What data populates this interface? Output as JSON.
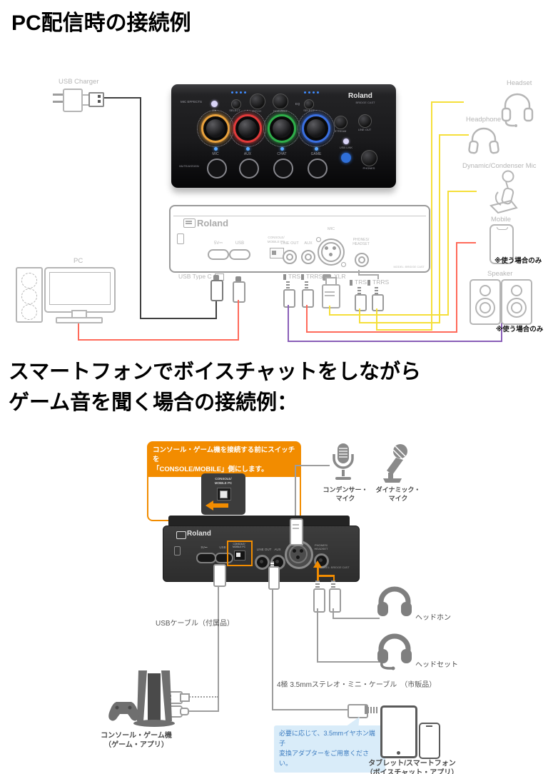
{
  "colors": {
    "orange": "#F28C00",
    "yellow": "#F5DF3A",
    "red": "#FF6A5A",
    "purple": "#8A5FB8",
    "noteBg": "#D9ECF9",
    "noteText": "#3A7ABF",
    "labelGray": "#B5B5B5",
    "labelDark": "#4A4A4A"
  },
  "section1": {
    "title": "PC配信時の接続例",
    "labels": {
      "usb_charger": "USB Charger",
      "pc": "PC",
      "headset": "Headset",
      "headphone": "Headphone",
      "mic": "Dynamic/Condenser Mic",
      "mobile": "Mobile",
      "speaker": "Speaker",
      "only_when_used": "※使う場合のみ",
      "usb_type_c": "USB Type C",
      "trs": "TRS",
      "trrs": "TRRS",
      "xlr": "XLR"
    },
    "mixer": {
      "brand": "Roland",
      "model": "BRIDGE CAST",
      "mic_effects": "MIC EFFECTS",
      "on": "ON",
      "select": "SELECT",
      "pitch": "PITCH",
      "formant": "FORMANT",
      "eq": "EQ",
      "ch": [
        "MIC",
        "AUX",
        "CHAT",
        "GAME"
      ],
      "mute_assign": "MUTE/ASSIGN",
      "stream": "STREAM",
      "line_out": "LINE OUT",
      "usb_link": "USB LINK",
      "phones": "PHONES"
    },
    "panel": {
      "brand": "Roland",
      "power": "5V⎓",
      "usb": "USB",
      "switch_l1": "CONSOLE/",
      "switch_l2": "MOBILE PC",
      "line_out": "LINE OUT",
      "aux": "AUX",
      "mic": "MIC",
      "phones_l1": "PHONES/",
      "phones_l2": "HEADSET",
      "model": "MODEL: BRIDGE CAST"
    }
  },
  "section2": {
    "title_l1": "スマートフォンでボイスチャットをしながら",
    "title_l2": "ゲーム音を聞く場合の接続例：",
    "callout": {
      "text_l1": "コンソール・ゲーム機を接続する前にスイッチを",
      "text_l2": "「CONSOLE/MOBILE」側にします。",
      "switch_l1": "CONSOLE/",
      "switch_l2": "MOBILE PC"
    },
    "labels": {
      "condenser_l1": "コンデンサー・",
      "condenser_l2": "マイク",
      "dynamic_l1": "ダイナミック・",
      "dynamic_l2": "マイク",
      "usb_cable": "USBケーブル（付属品）",
      "stereo_cable": "4極 3.5mmステレオ・ミニ・ケーブル　（市販品）",
      "headphone": "ヘッドホン",
      "headset": "ヘッドセット",
      "console_l1": "コンソール・ゲーム機",
      "console_l2": "（ゲーム・アプリ）",
      "tablet_l1": "タブレット/スマートフォン",
      "tablet_l2": "（ボイスチャット・アプリ）"
    },
    "note": {
      "l1": "必要に応じて、3.5mmイヤホン端子",
      "l2": "変換アダプターをご用意ください。"
    },
    "panel": {
      "brand": "Roland",
      "power": "5V⎓",
      "usb": "USB",
      "line_out": "LINE OUT",
      "aux": "AUX",
      "mic": "MIC",
      "phones_l1": "PHONES/",
      "phones_l2": "HEADSET",
      "model": "MODEL: BRIDGE CAST"
    }
  }
}
